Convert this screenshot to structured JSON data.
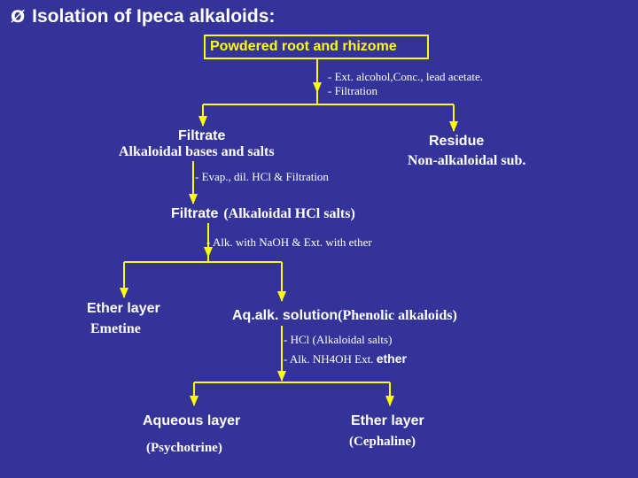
{
  "title": {
    "bullet": "Ø",
    "text": "Isolation of Ipeca alkaloids:"
  },
  "root": "Powdered root and rhizome",
  "step1": {
    "line1": "- Ext. alcohol,Conc., lead acetate.",
    "line2": "- Filtration"
  },
  "filtrate1": {
    "label": "Filtrate",
    "desc": "Alkaloidal bases and salts"
  },
  "residue": {
    "label": "Residue",
    "desc": "Non-alkaloidal sub."
  },
  "step2": "- Evap., dil. HCl & Filtration",
  "filtrate2": {
    "label": "Filtrate",
    "desc": "(Alkaloidal HCl salts)"
  },
  "step3": "- Alk. with NaOH & Ext. with ether",
  "ether1": {
    "label": "Ether layer",
    "desc": "Emetine"
  },
  "aq": {
    "label": "Aq.alk. solution",
    "desc": "(Phenolic alkaloids)"
  },
  "step4": {
    "line1": "- HCl (Alkaloidal salts)",
    "line2_prefix": "- Alk. NH4OH Ext.",
    "line2_suffix": "ether"
  },
  "aqueous": {
    "label": "Aqueous layer",
    "desc": "(Psychotrine)"
  },
  "ether2": {
    "label": "Ether layer",
    "desc": "(Cephaline)"
  },
  "colors": {
    "background": "#33339a",
    "lines": "#ffff00",
    "text": "#ffffff"
  }
}
